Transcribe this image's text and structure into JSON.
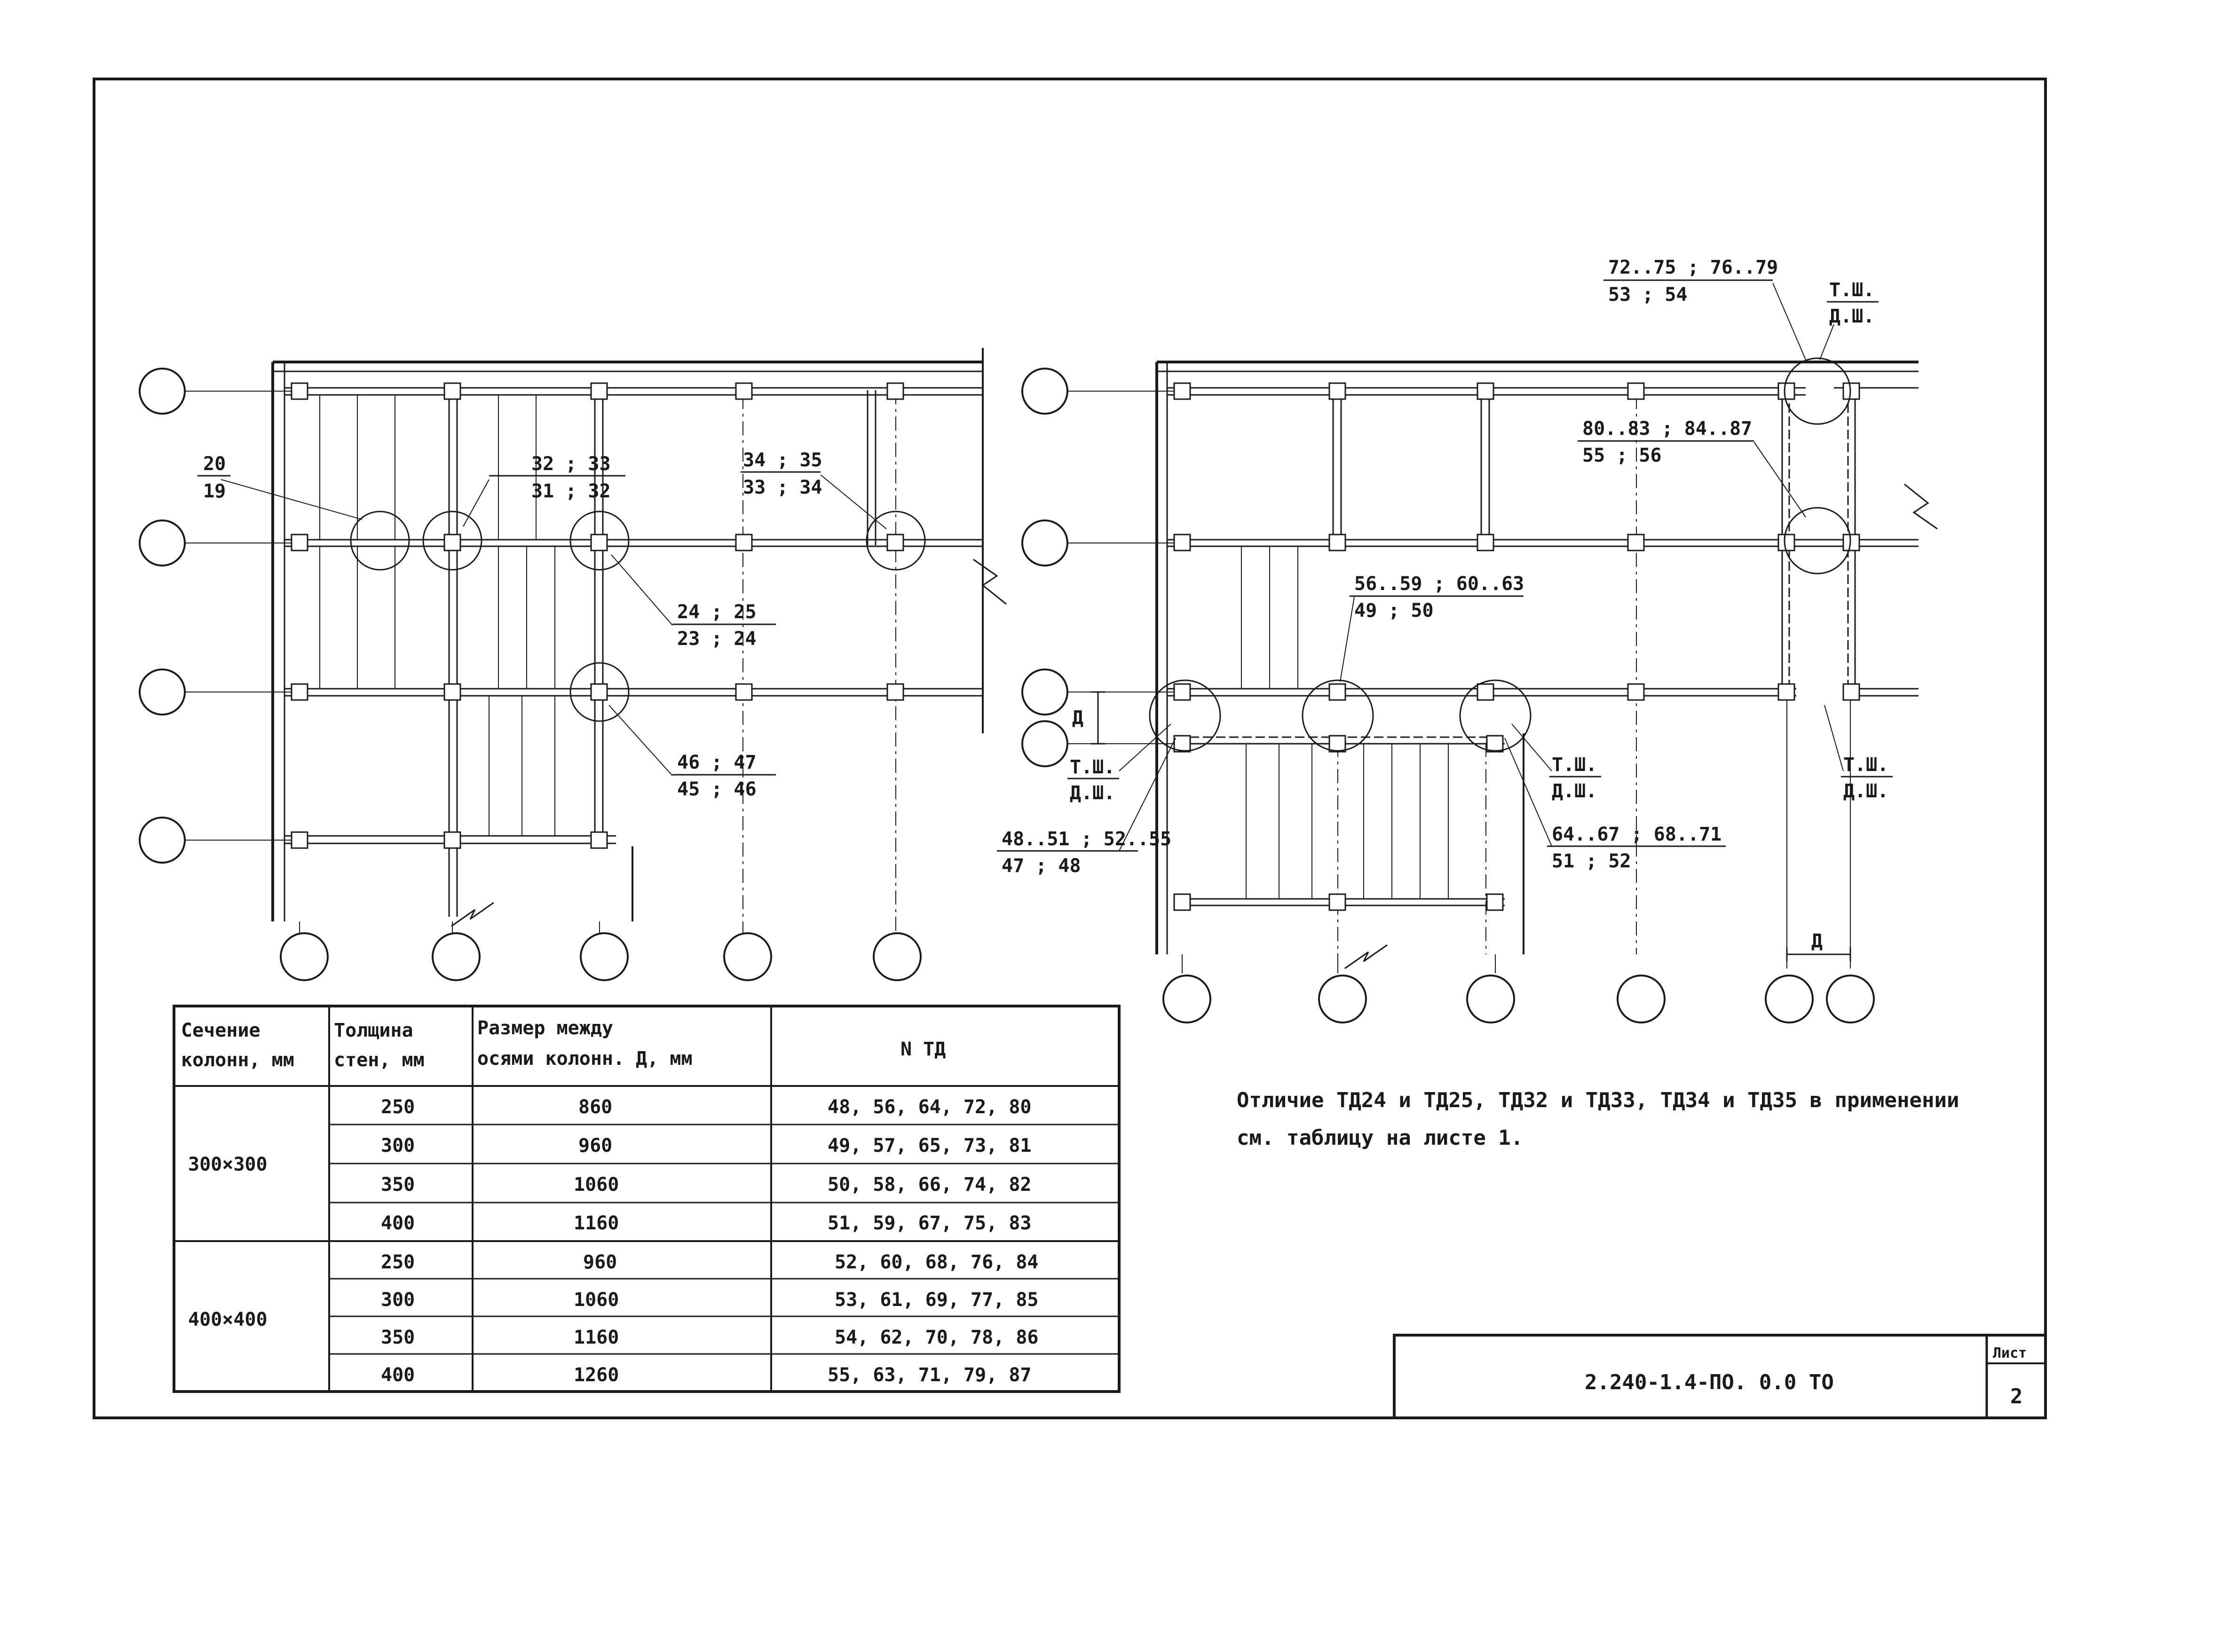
{
  "callouts": {
    "c20_19": {
      "num": "20",
      "den": "19"
    },
    "c32_31": {
      "num": "32 ; 33",
      "den": "31 ; 32"
    },
    "c34_33": {
      "num": "34 ; 35",
      "den": "33 ; 34"
    },
    "c24_23": {
      "num": "24 ; 25",
      "den": "23 ; 24"
    },
    "c46_45": {
      "num": "46 ; 47",
      "den": "45 ; 46"
    },
    "c72_53": {
      "num": "72..75 ; 76..79",
      "den": "53 ; 54"
    },
    "c80_55": {
      "num": "80..83 ; 84..87",
      "den": "55 ; 56"
    },
    "c56_49": {
      "num": "56..59 ; 60..63",
      "den": "49 ; 50"
    },
    "c48_47": {
      "num": "48..51 ; 52..55",
      "den": "47 ; 48"
    },
    "c64_51": {
      "num": "64..67 ; 68..71",
      "den": "51 ; 52"
    }
  },
  "joint_labels": {
    "tsh": "Т.Ш.",
    "dsh": "Д.Ш."
  },
  "dimension_label": "Д",
  "table": {
    "headers": {
      "section": [
        "Сечение",
        "колонн, мм"
      ],
      "wall": [
        "Толщина",
        "стен, мм"
      ],
      "size": [
        "Размер между",
        "осями колонн. Д, мм"
      ],
      "ntd": "N ТД"
    },
    "groups": [
      {
        "section": "300×300",
        "rows": [
          {
            "wall": "250",
            "size": "860",
            "ntd": "48, 56, 64, 72, 80"
          },
          {
            "wall": "300",
            "size": "960",
            "ntd": "49, 57, 65, 73, 81"
          },
          {
            "wall": "350",
            "size": "1060",
            "ntd": "50, 58, 66, 74, 82"
          },
          {
            "wall": "400",
            "size": "1160",
            "ntd": "51, 59, 67, 75, 83"
          }
        ]
      },
      {
        "section": "400×400",
        "rows": [
          {
            "wall": "250",
            "size": "960",
            "ntd": "52, 60, 68, 76, 84"
          },
          {
            "wall": "300",
            "size": "1060",
            "ntd": "53, 61, 69, 77, 85"
          },
          {
            "wall": "350",
            "size": "1160",
            "ntd": "54, 62, 70, 78, 86"
          },
          {
            "wall": "400",
            "size": "1260",
            "ntd": "55, 63, 71, 79, 87"
          }
        ]
      }
    ]
  },
  "note": {
    "line1": "Отличие ТД24 и ТД25, ТД32 и ТД33, ТД34 и ТД35 в применении",
    "line2": "см. таблицу на листе 1."
  },
  "stamp": {
    "code": "2.240-1.4-ПО. 0.0 ТО",
    "sheet_label": "Лист",
    "sheet_number": "2"
  },
  "colors": {
    "ink": "#1a1a1a",
    "paper": "#ffffff"
  }
}
